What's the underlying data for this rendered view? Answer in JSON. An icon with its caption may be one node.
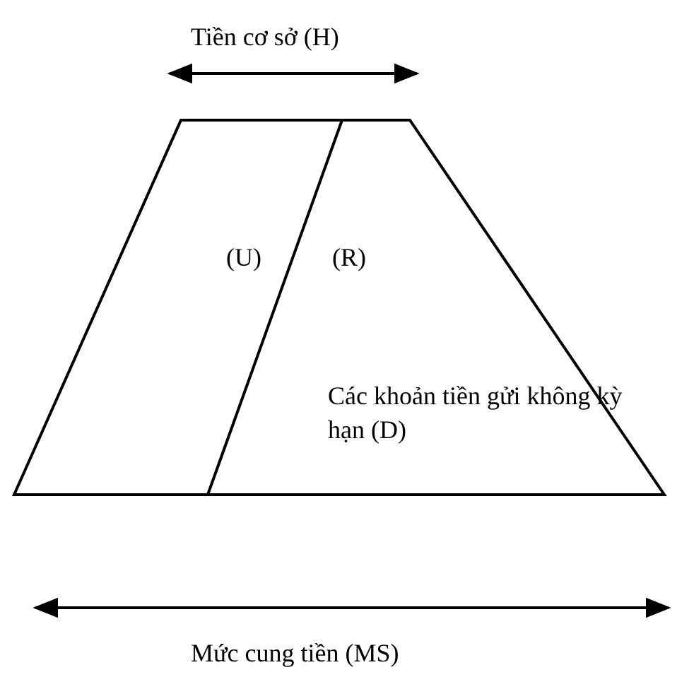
{
  "diagram": {
    "labels": [
      "Tiền cơ sở (H)",
      "(U)",
      "(R)",
      "Các khoản tiền gửi không kỳ hạn (D)",
      "Mức cung tiền (MS)"
    ]
  }
}
